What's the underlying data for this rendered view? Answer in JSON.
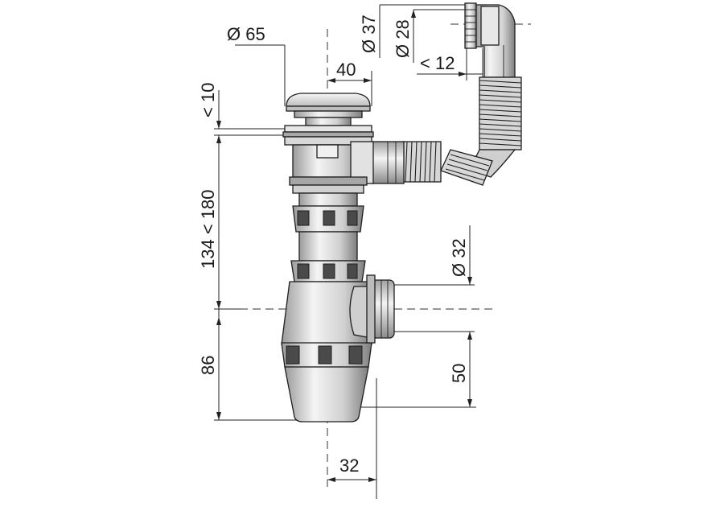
{
  "dimensions": {
    "plug_diameter": "Ø 65",
    "offset": "40",
    "plug_gap": "< 10",
    "height_range": "134 < 180",
    "trap_height": "86",
    "outlet_diameter": "Ø 32",
    "outlet_height": "50",
    "outlet_offset": "32",
    "overflow_outer": "Ø 37",
    "overflow_inner": "Ø 28",
    "overflow_depth": "< 12"
  },
  "colors": {
    "line": "#1e1e1e",
    "light": "#f2f2f2",
    "mid": "#d4d4d4",
    "dark": "#8c8c8c",
    "darker": "#5a5a5a"
  }
}
